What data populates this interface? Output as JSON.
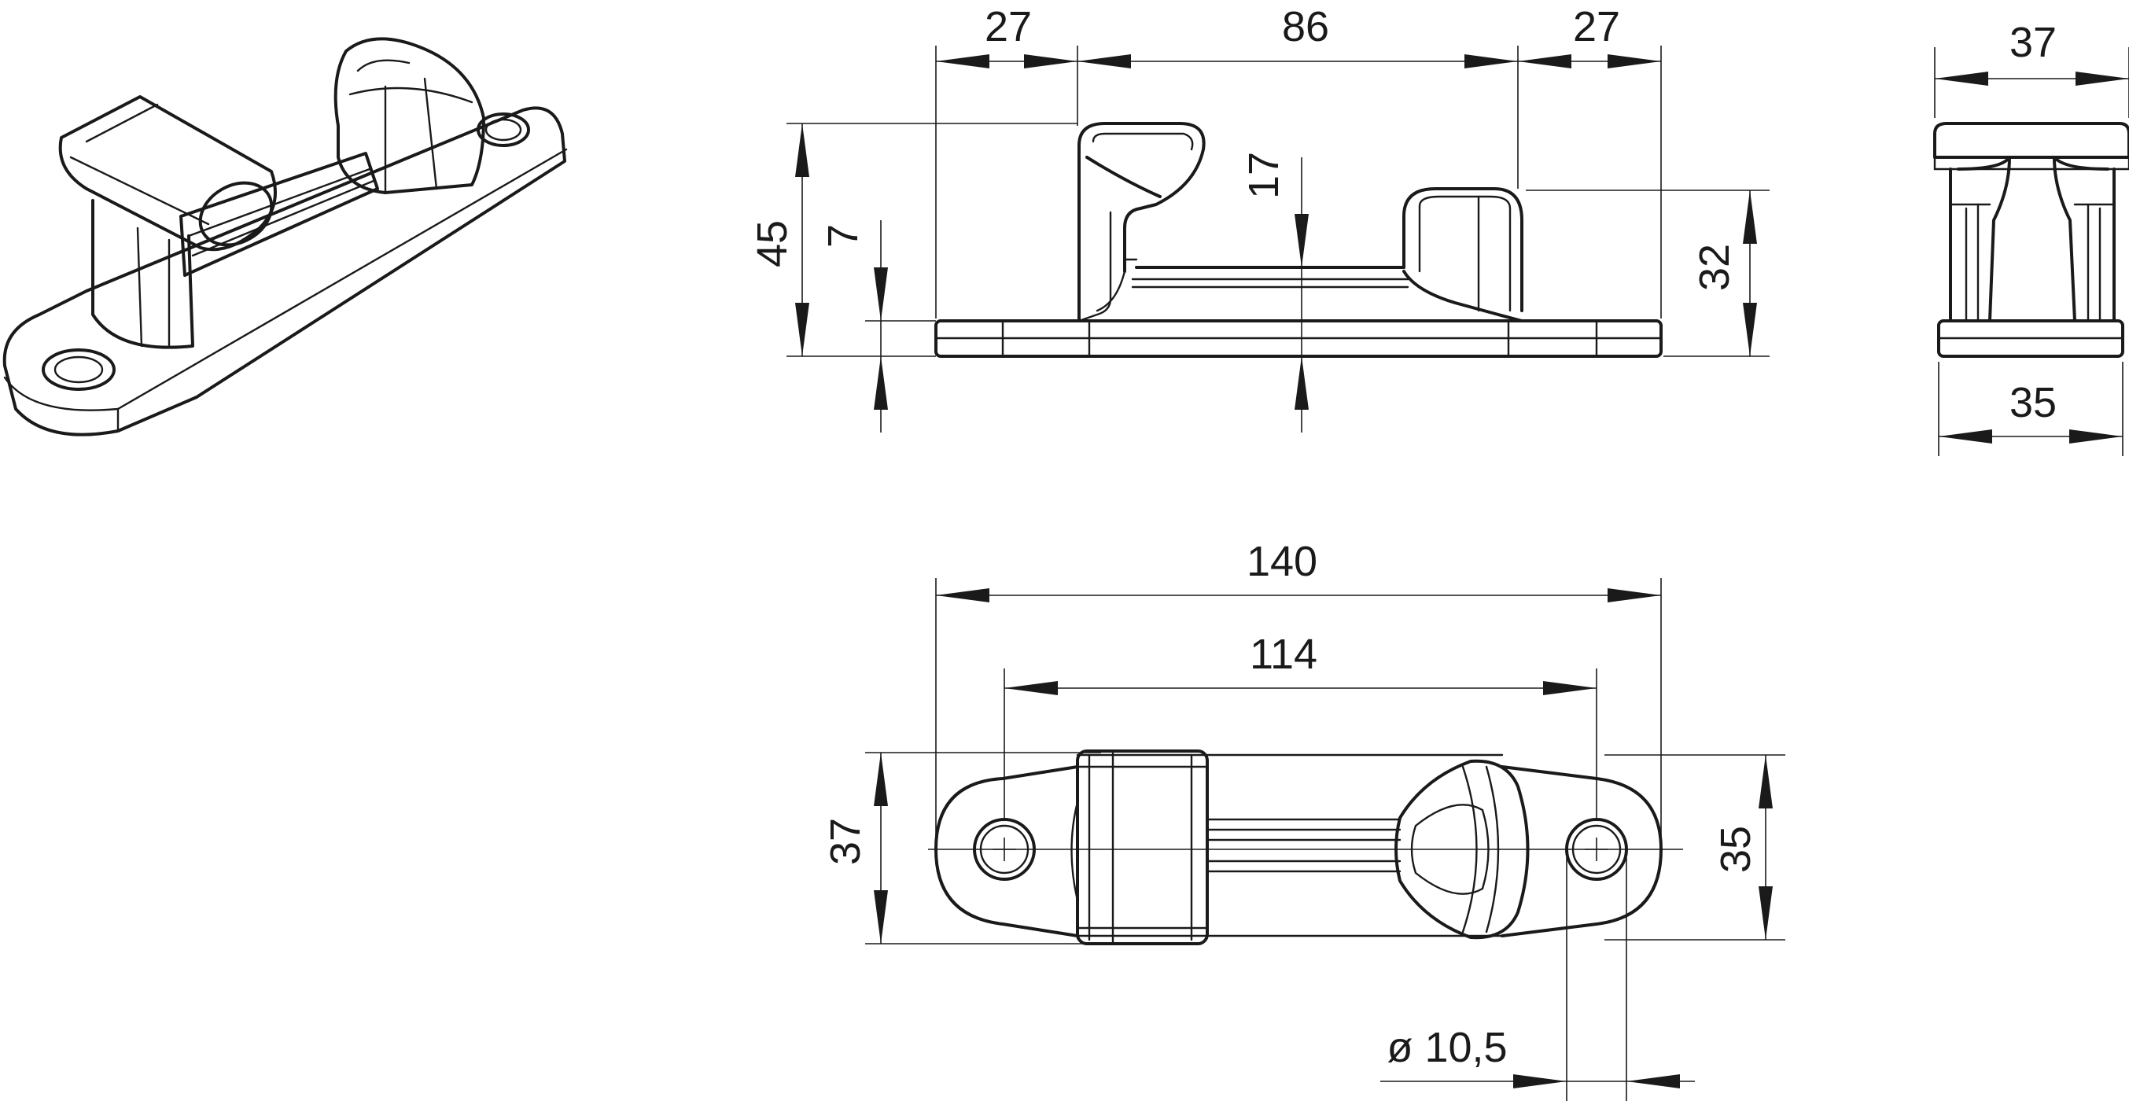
{
  "dimensions": {
    "top_left_width": "27",
    "top_middle_width": "86",
    "top_right_width": "27",
    "total_height": "45",
    "base_thickness": "7",
    "neck_height": "17",
    "horn_height": "32",
    "side_top_width": "37",
    "side_bottom_width": "35",
    "overall_length": "140",
    "hole_spacing": "114",
    "plan_width_left": "37",
    "plan_width_right": "35",
    "hole_diameter": "ø 10,5"
  }
}
